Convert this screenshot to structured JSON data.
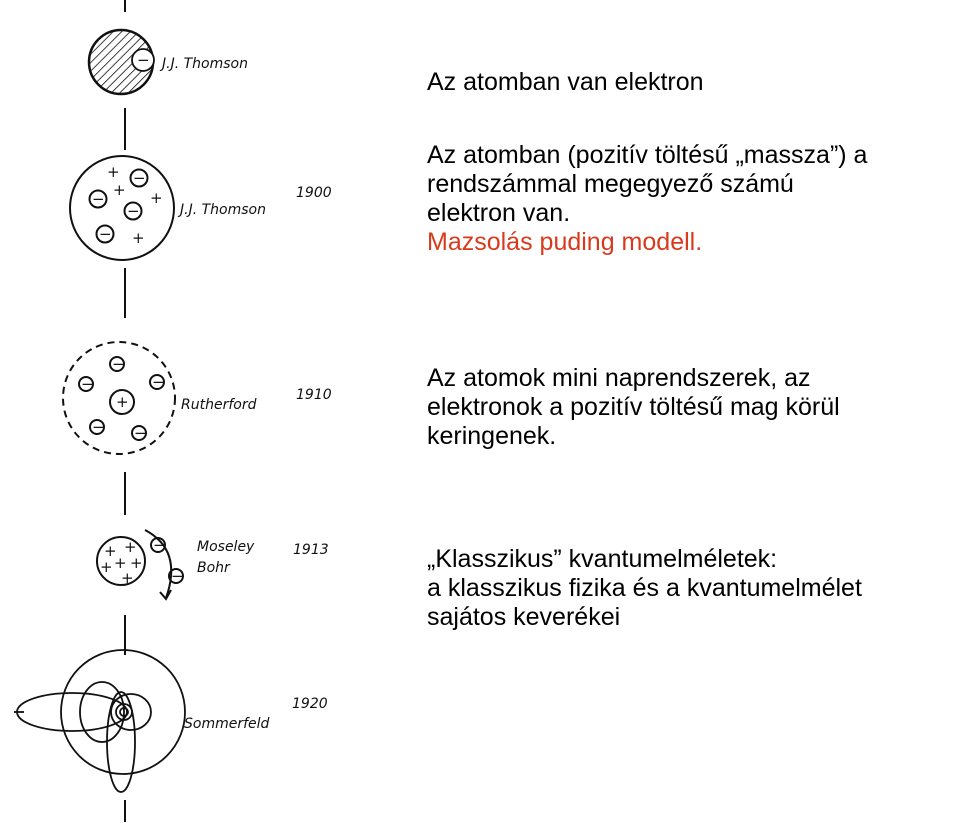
{
  "diagram": {
    "models": [
      {
        "name": "J.J. Thomson",
        "year": ""
      },
      {
        "name": "J.J. Thomson",
        "year": "1900"
      },
      {
        "name": "Rutherford",
        "year": "1910"
      },
      {
        "name": "Moseley",
        "name2": "Bohr",
        "year": "1913"
      },
      {
        "name": "Sommerfeld",
        "year": "1920"
      }
    ],
    "signs": {
      "minus": "−",
      "plus": "+"
    }
  },
  "texts": {
    "t1": "Az atomban van elektron",
    "t2_lines": [
      "Az atomban (pozitív töltésű „massza”) a",
      "rendszámmal megegyező számú",
      "elektron van."
    ],
    "t2_red": "Mazsolás puding modell.",
    "t3_lines": [
      "Az atomok mini naprendszerek, az",
      "elektronok a pozitív töltésű mag körül",
      "keringenek."
    ],
    "t4_lines": [
      "„Klasszikus” kvantumelméletek:",
      "a klasszikus fizika és a kvantumelmélet",
      "sajátos keverékei"
    ]
  }
}
